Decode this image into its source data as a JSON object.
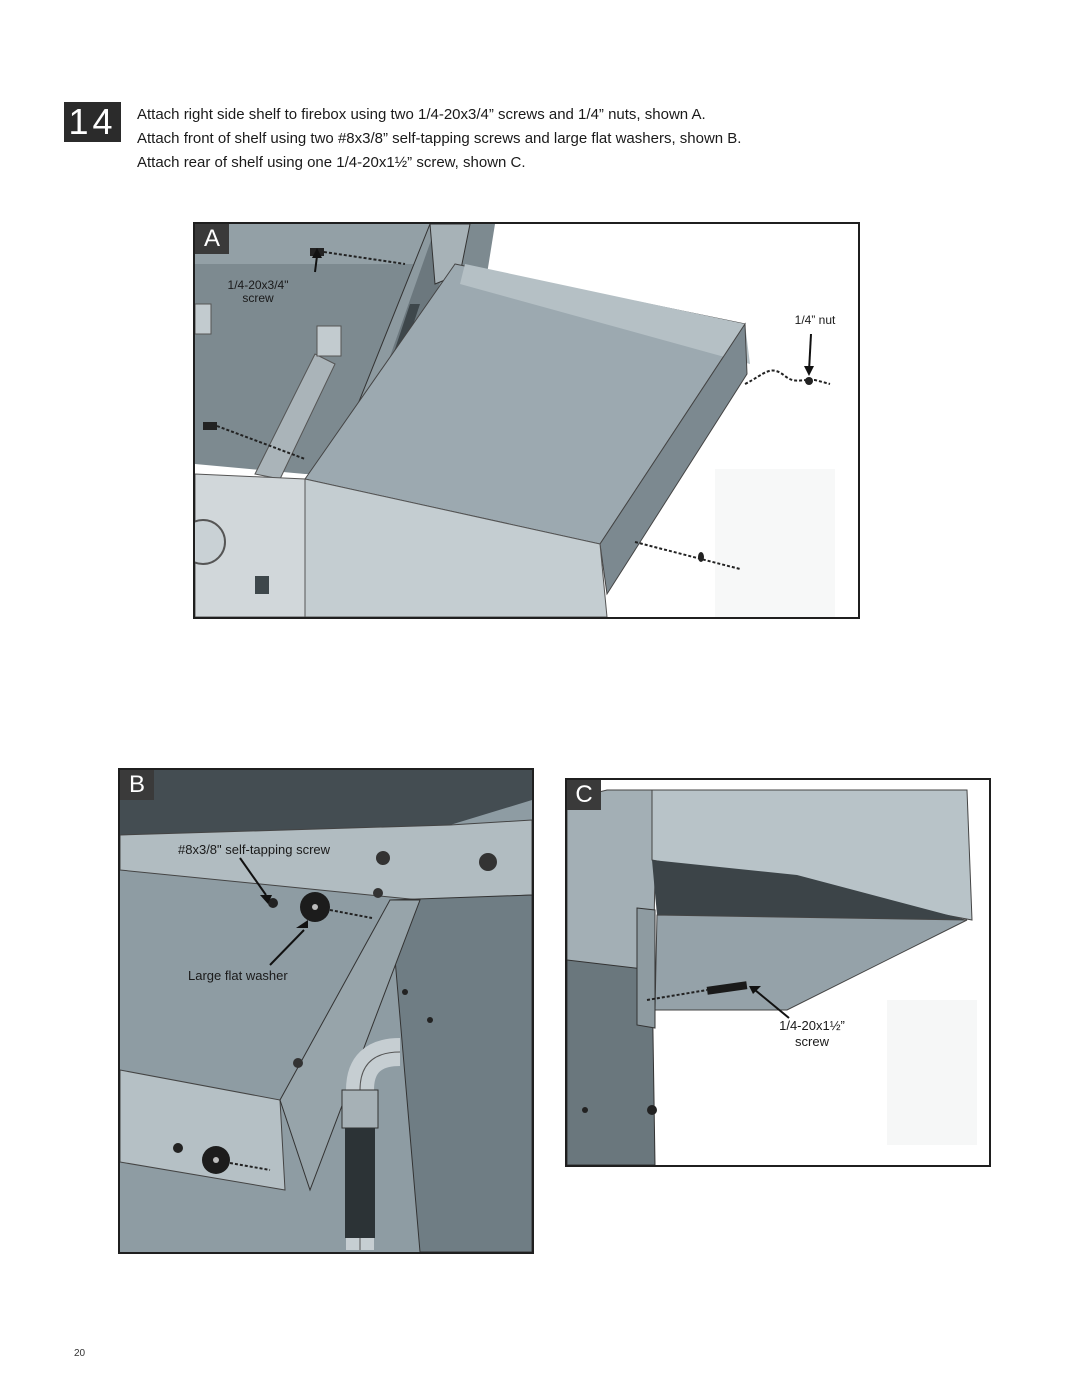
{
  "step": {
    "number": "14"
  },
  "instructions": [
    "Attach right side shelf to firebox using two 1/4-20x3/4” screws and 1/4” nuts, shown A.",
    "Attach front of shelf using two #8x3/8” self-tapping screws and large flat washers, shown B.",
    "Attach rear of shelf using one 1/4-20x1½” screw, shown C."
  ],
  "panel_a": {
    "letter": "A",
    "screw_label_line1": "1/4-20x3/4\"",
    "screw_label_line2": "screw",
    "nut_label": "1/4” nut"
  },
  "panel_b": {
    "letter": "B",
    "screw_label": "#8x3/8\" self-tapping screw",
    "washer_label": "Large flat washer"
  },
  "panel_c": {
    "letter": "C",
    "screw_label_line1": "1/4-20x1½”",
    "screw_label_line2": "screw"
  },
  "footer": {
    "page_number": "20"
  },
  "colors": {
    "shelf_light": "#b8c2c7",
    "shelf_mid": "#9eacb3",
    "steel_dark": "#6e7c83",
    "panel_border": "#1f1f1f"
  }
}
